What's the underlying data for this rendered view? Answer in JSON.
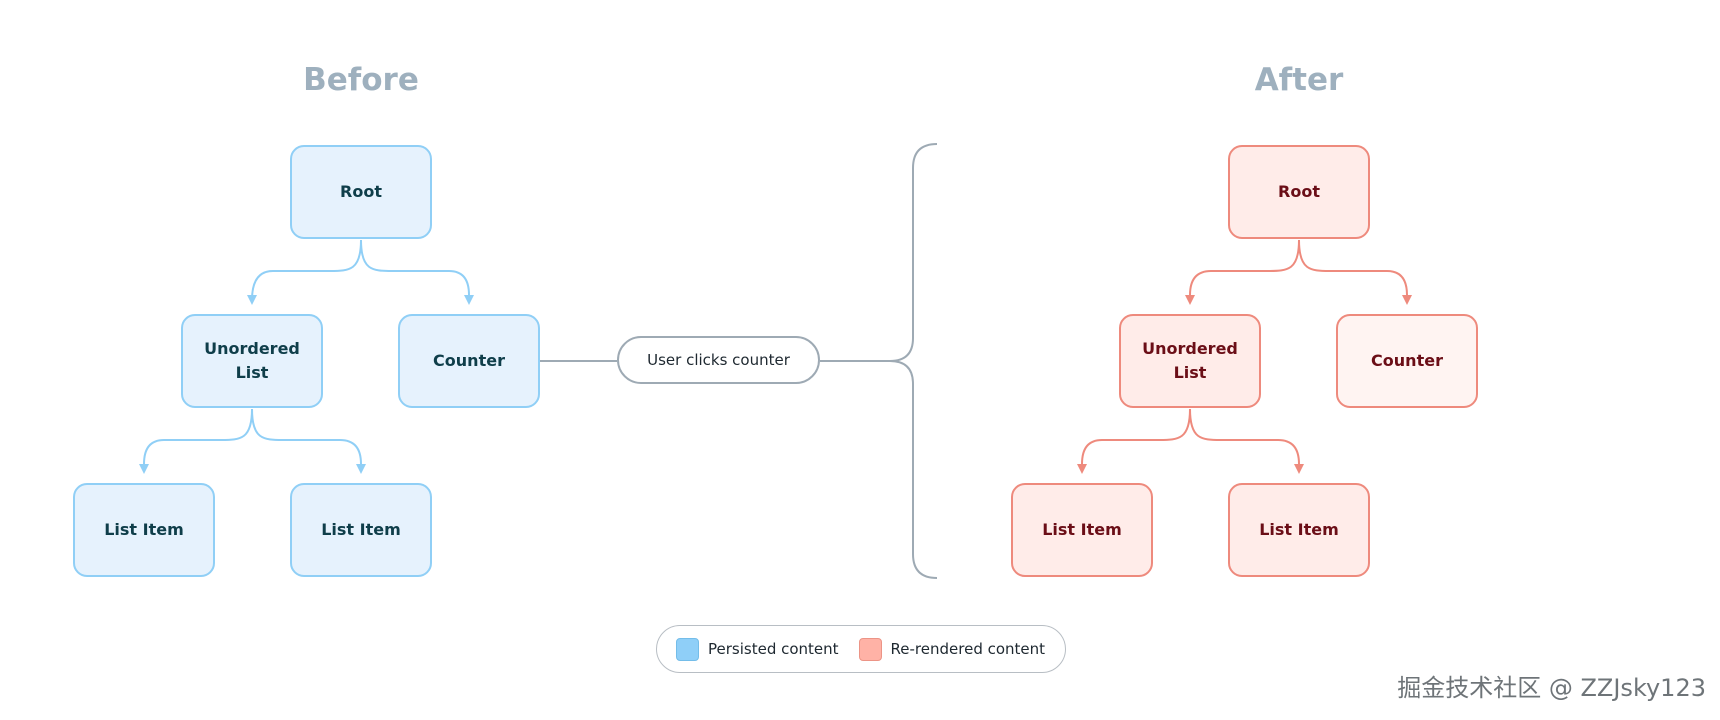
{
  "before": {
    "title": "Before",
    "root": "Root",
    "unordered_list": "Unordered\nList",
    "counter": "Counter",
    "list_item_1": "List Item",
    "list_item_2": "List Item"
  },
  "after": {
    "title": "After",
    "root": "Root",
    "unordered_list": "Unordered\nList",
    "counter": "Counter",
    "list_item_1": "List Item",
    "list_item_2": "List Item"
  },
  "event_label": "User clicks counter",
  "legend": {
    "persisted": "Persisted content",
    "rerendered": "Re-rendered content"
  },
  "colors": {
    "persisted_fill": "#e6f2fd",
    "persisted_stroke": "#90cff6",
    "rerendered_fill": "#ffece9",
    "rerendered_stroke": "#ee8a7d",
    "connector": "#9eaab4"
  },
  "watermark": "掘金技术社区 @ ZZJsky123"
}
